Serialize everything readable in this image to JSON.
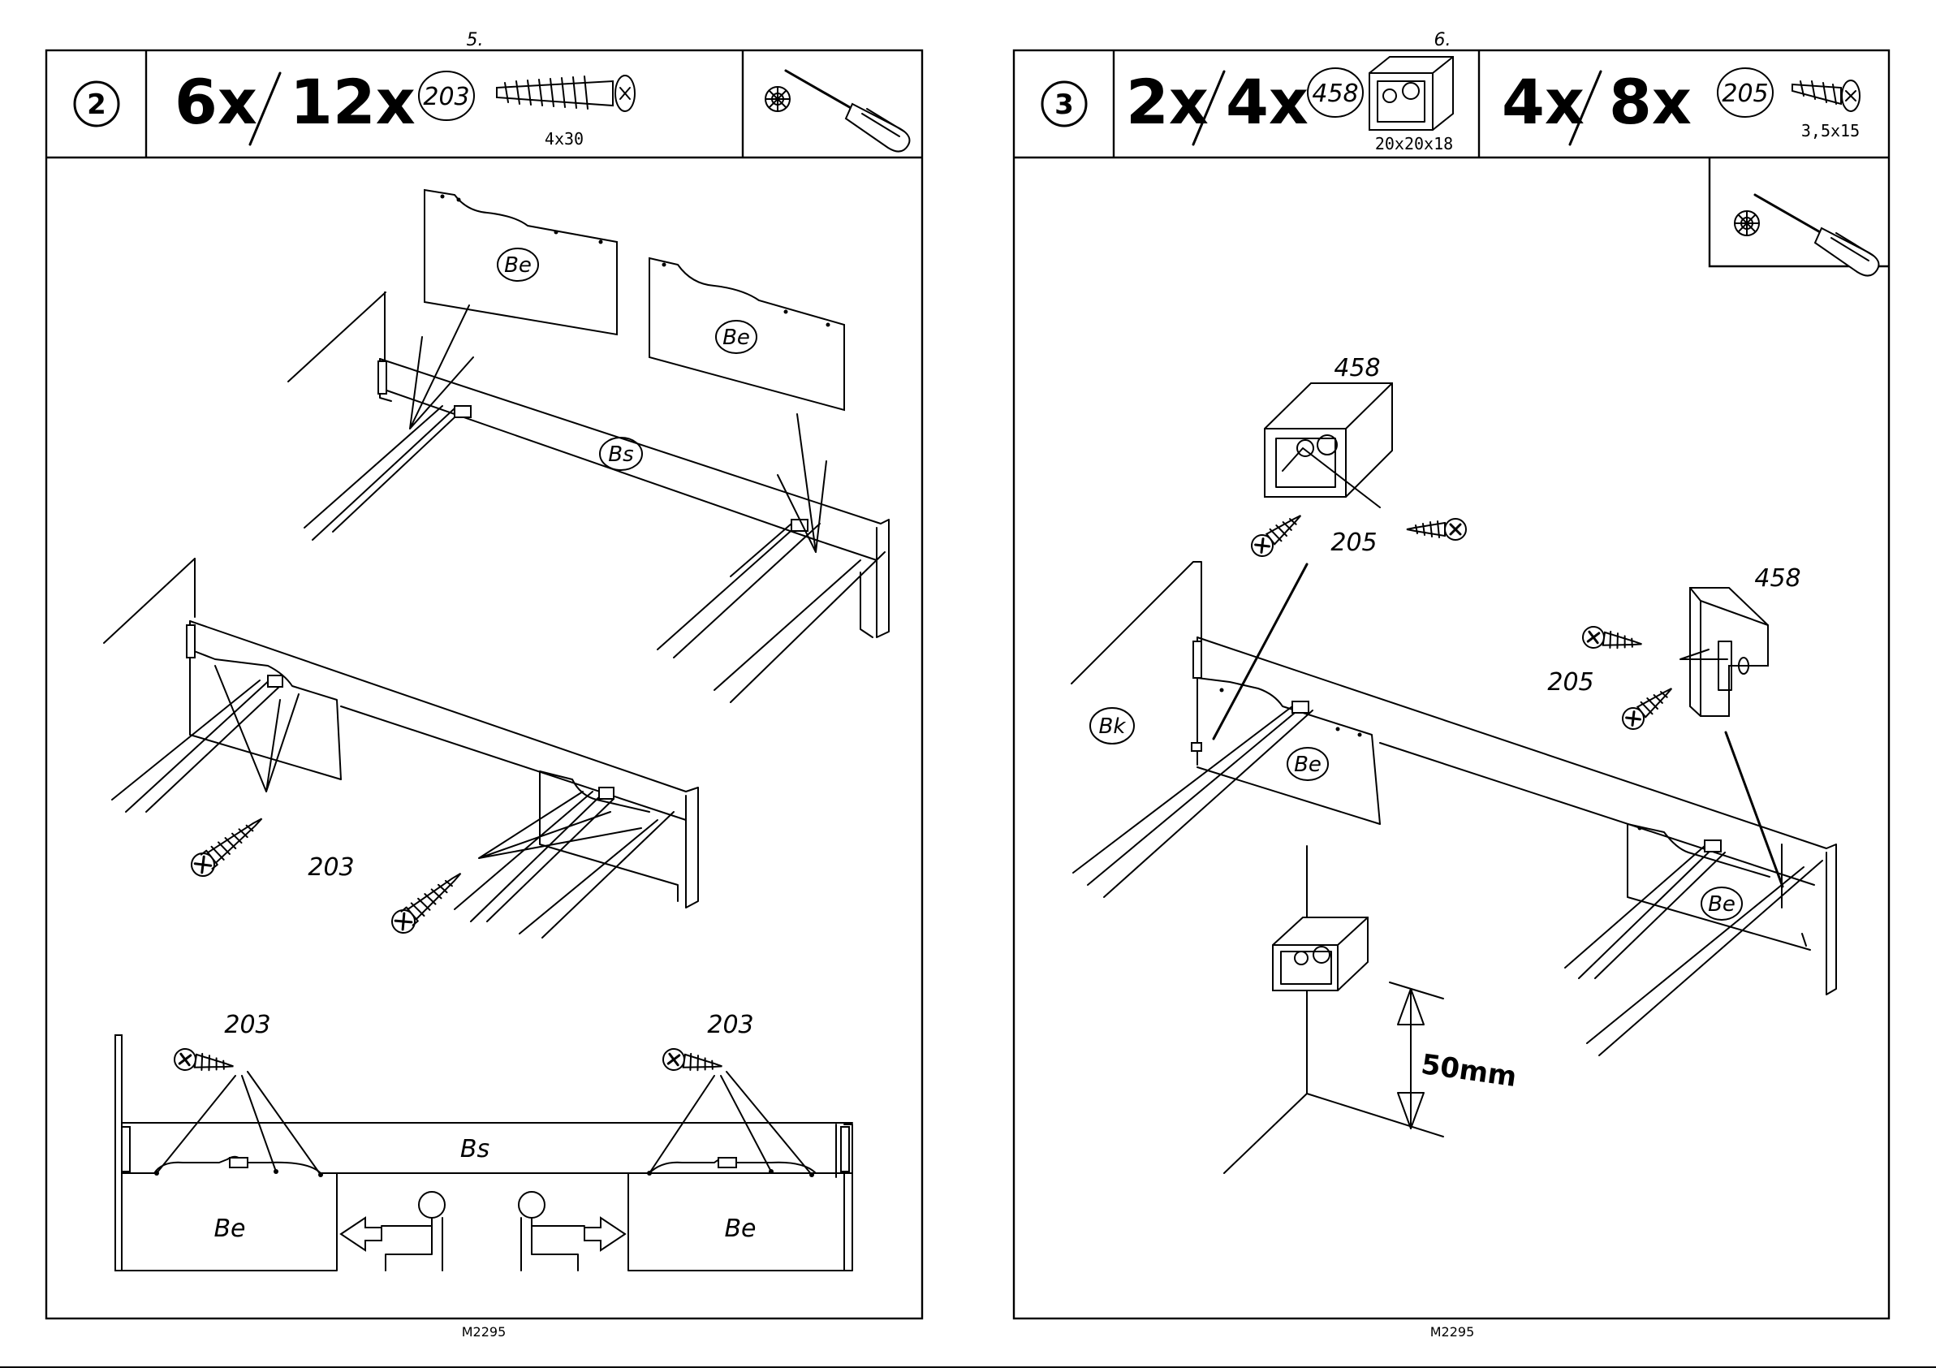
{
  "pages": [
    {
      "page_number": "5.",
      "step": "2",
      "quantity_a": "6x",
      "quantity_b": "12x",
      "part_number": "203",
      "screw_size": "4x30",
      "labels": {
        "panel_left": "Be",
        "panel_right": "Be",
        "rail": "Bs",
        "screw_left": "203",
        "screw_front_left": "203",
        "screw_front_right": "203",
        "front_rail": "Bs",
        "front_panel_left": "Be",
        "front_panel_right": "Be"
      },
      "footer_code": "M2295"
    },
    {
      "page_number": "6.",
      "step": "3",
      "bracket_quantity_a": "2x",
      "bracket_quantity_b": "4x",
      "bracket_part_number": "458",
      "bracket_size": "20x20x18",
      "screw_quantity_a": "4x",
      "screw_quantity_b": "8x",
      "screw_part_number": "205",
      "screw_size": "3,5x15",
      "labels": {
        "bracket_top": "458",
        "screw_top": "205",
        "bracket_right": "458",
        "screw_right": "205",
        "side_panel": "Bk",
        "panel_left": "Be",
        "panel_right": "Be",
        "distance": "50mm"
      },
      "footer_code": "M2295"
    }
  ]
}
